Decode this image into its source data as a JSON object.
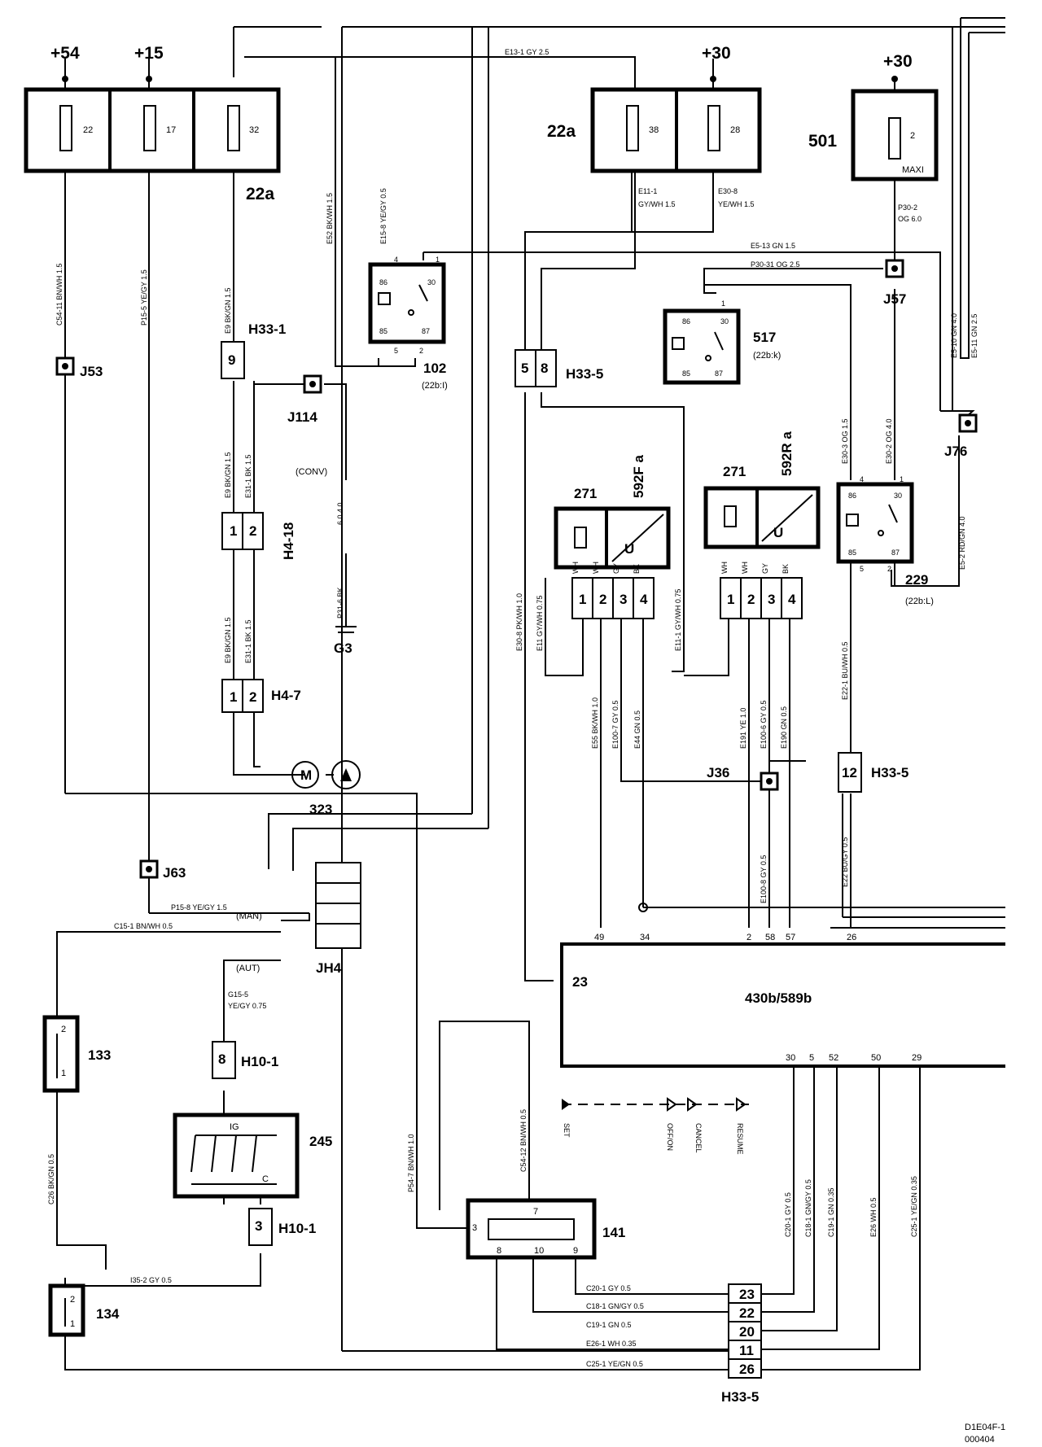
{
  "power_labels": {
    "p54": "+54",
    "p15": "+15",
    "p30a": "+30",
    "p30b": "+30"
  },
  "fuse_box_labels": {
    "fb22a_left": "22a",
    "fb22a_right": "22a",
    "fb501": "501"
  },
  "fuses": {
    "f22": "22",
    "f17": "17",
    "f32": "32",
    "f38": "38",
    "f28": "28",
    "f2": "2",
    "maxi": "MAXI"
  },
  "wire_labels": {
    "e13_1": "E13-1   GY   2.5",
    "c54_11": "C54-11   BN/WH   1.5",
    "p15_5": "P15-5   YE/GY   1.5",
    "e9_top": "E9   BK/GN   1.5",
    "e52": "E52   BK/WH   1.5",
    "e15_8": "E15-8   YE/GY   0.5",
    "e11_1": "E11-1",
    "e11_1b": "GY/WH     1.5",
    "e30_8": "E30-8",
    "e30_8b": "YE/WH     1.5",
    "p30_2": "P30-2",
    "p30_2b": "OG    6.0",
    "e5_13": "E5-13    GN    1.5",
    "p30_31": "P30-31    OG    2.5",
    "e5_10": "E5-10   GN   4.0",
    "e5_11": "E5-11   GN   2.5",
    "e9_mid": "E9   BK/GN   1.5",
    "e31_1_top": "E31-1   BK   1.5",
    "conv": "(CONV)",
    "p31_6": "P31-6   BK",
    "w60_40": "6.0   4.0",
    "e9_low": "E9   BK/GN   1.5",
    "e31_1_low": "E31-1   BK   1.5",
    "e30_3": "E30-3   OG   1.5",
    "e30_2": "E30-2   OG   4.0",
    "e5_2": "E5-2   RD/GN   4.0",
    "e30_8_long": "E30-8   PK/WH   1.0",
    "e11_left": "E11   GY/WH   0.75",
    "e11_1_mid": "E11-1   GY/WH   0.75",
    "e55": "E55   BK/WH   1.0",
    "e100_7": "E100-7   GY   0.5",
    "e44": "E44   GN   0.5",
    "e191": "E191   YE   1.0",
    "e100_6": "E100-6   GY   0.5",
    "e190": "E190   GN   0.5",
    "e22_1": "E22-1   BU/WH   0.5",
    "e100_8": "E100-8   GY   0.5",
    "e22": "E22   BU/GY   0.5",
    "p15_8": "P15-8     YE/GY     1.5",
    "c15_1": "C15-1   BN/WH   0.5",
    "man": "(MAN)",
    "aut": "(AUT)",
    "g15_5": "G15-5",
    "g15_5b": "YE/GY  0.75",
    "c26": "C26   BK/GN   0.5",
    "i35_2": "I35-2    GY    0.5",
    "p54_7": "P54-7   BN/WH   1.0",
    "c54_12": "C54-12   BN/WH   0.5",
    "c20_1_v": "C20-1   GY   0.5",
    "c18_1_v": "C18-1   GN/GY   0.5",
    "c19_1_v": "C19-1   GN   0.35",
    "e26_v": "E26   WH   0.5",
    "c25_1_v": "C25-1   YE/GN   0.35",
    "c20_1_h": "C20-1    GY    0.5",
    "c18_1_h": "C18-1    GN/GY    0.5",
    "c19_1_h": "C19-1    GN    0.5",
    "e26_1_h": "E26-1    WH    0.35",
    "c25_1_h": "C25-1    YE/GN    0.5"
  },
  "components": {
    "relay102": "102",
    "relay102_ref": "(22b:I)",
    "relay517": "517",
    "relay517_ref": "(22b:k)",
    "relay229": "229",
    "relay229_ref": "(22b:L)",
    "h271a": "271",
    "s592fa": "592F a",
    "h271b": "271",
    "s592ra": "592R a",
    "motor323": "323",
    "motor_m": "M",
    "ecu": "430b/589b",
    "c141": "141",
    "c133": "133",
    "c134": "134",
    "sw245": "245",
    "sw245_ig": "IG",
    "sw245_c": "C",
    "ground_g3": "G3",
    "sensor_u1": "U",
    "sensor_u2": "U"
  },
  "connectors": {
    "h33_1": "H33-1",
    "h33_5_top": "H33-5",
    "h33_5_mid": "H33-5",
    "h33_5_bottom": "H33-5",
    "h4_18": "H4-18",
    "h4_7": "H4-7",
    "h10_1_top": "H10-1",
    "h10_1_bottom": "H10-1",
    "jh4": "JH4"
  },
  "junctions": {
    "j53": "J53",
    "j63": "J63",
    "j114": "J114",
    "j57": "J57",
    "j76": "J76",
    "j36": "J36"
  },
  "pins": {
    "r102": [
      "86",
      "30",
      "85",
      "87",
      "4",
      "1",
      "5",
      "2"
    ],
    "r517": [
      "86",
      "30",
      "85",
      "87",
      "1"
    ],
    "r229": [
      "86",
      "30",
      "85",
      "87",
      "4",
      "1",
      "5",
      "2"
    ],
    "h33_1_pin": "9",
    "h33_5_pins": [
      "5",
      "8"
    ],
    "h33_5_mid_pin": "12",
    "h4_pins": [
      "1",
      "2"
    ],
    "sensor_pins": [
      "1",
      "2",
      "3",
      "4"
    ],
    "sensor_colors": [
      "WH",
      "WH",
      "GY",
      "BK"
    ],
    "ecu_top_pins": [
      "49",
      "34",
      "2",
      "58",
      "57",
      "26"
    ],
    "ecu_left_pin": "23",
    "ecu_bottom_pins": [
      "30",
      "5",
      "52",
      "50",
      "29"
    ],
    "c141_pins": [
      "3",
      "7",
      "8",
      "10",
      "9"
    ],
    "h10_pins": [
      "8",
      "3"
    ],
    "c133_pins": [
      "2",
      "1"
    ],
    "c134_pins": [
      "2",
      "1"
    ],
    "h33_5_bottom_pins": [
      "23",
      "22",
      "20",
      "11",
      "26"
    ]
  },
  "legend_words": [
    "SET",
    "OFF/ON",
    "CANCEL",
    "RESUME"
  ],
  "footer": {
    "code": "D1E04F-1",
    "date": "000404"
  }
}
